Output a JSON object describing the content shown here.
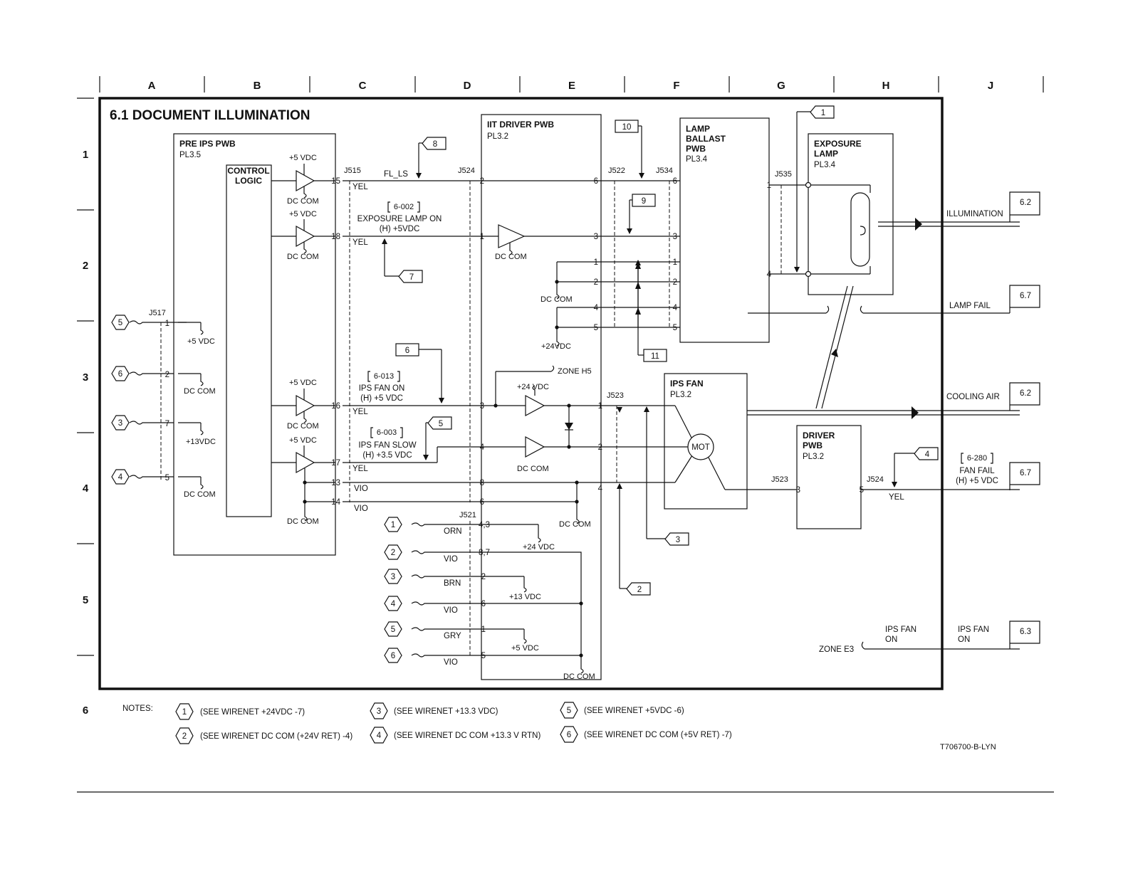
{
  "title": "6.1 DOCUMENT ILLUMINATION",
  "doc_id": "T706700-B-LYN",
  "zones": {
    "columns": [
      "A",
      "B",
      "C",
      "D",
      "E",
      "F",
      "G",
      "H",
      "J"
    ],
    "rows": [
      "1",
      "2",
      "3",
      "4",
      "5",
      "6"
    ]
  },
  "blocks": {
    "pre_ips": {
      "name": "PRE IPS PWB",
      "pl": "PL3.5"
    },
    "control_logic": {
      "line1": "CONTROL",
      "line2": "LOGIC"
    },
    "iit_driver": {
      "name": "IIT DRIVER PWB",
      "pl": "PL3.2"
    },
    "lamp_ballast": {
      "l1": "LAMP",
      "l2": "BALLAST",
      "l3": "PWB",
      "pl": "PL3.4"
    },
    "exposure_lamp": {
      "l1": "EXPOSURE",
      "l2": "LAMP",
      "pl": "PL3.4"
    },
    "ips_fan": {
      "name": "IPS FAN",
      "pl": "PL3.2",
      "motor": "MOT"
    },
    "driver_pwb": {
      "l1": "DRIVER",
      "l2": "PWB",
      "pl": "PL3.2"
    }
  },
  "connectors": {
    "j515": "J515",
    "j524a": "J524",
    "j522": "J522",
    "j534": "J534",
    "j535": "J535",
    "j517": "J517",
    "j521": "J521",
    "j523a": "J523",
    "j523b": "J523",
    "j524b": "J524"
  },
  "pins": {
    "p15": "15",
    "p18": "18",
    "p16": "16",
    "p17": "17",
    "p13": "13",
    "p14": "14",
    "d2": "2",
    "d1": "1",
    "d3": "3",
    "d4": "4",
    "d8": "8",
    "d6": "6",
    "e6": "6",
    "e3": "3",
    "e1": "1",
    "e2": "2",
    "e4": "4",
    "e5": "5",
    "f6": "6",
    "f3": "3",
    "f1": "1",
    "f2": "2",
    "f4": "4",
    "f5": "5",
    "j535_1": "1",
    "j535_4": "4",
    "a1": "1",
    "a2": "2",
    "a7": "7",
    "a5": "5",
    "j521_43": "4,3",
    "j521_87": "8,7",
    "j521_2": "2",
    "j521_6": "6",
    "j521_1": "1",
    "j521_5": "5",
    "fan1": "1",
    "fan2": "2",
    "fan4": "4",
    "drv3": "3",
    "drv5": "5"
  },
  "labels": {
    "plus5": "+5 VDC",
    "dccom": "DC COM",
    "dc_com_w": "DC COM",
    "plus24": "+24VDC",
    "plus24s": "+24 VDC",
    "plus13": "+13VDC",
    "plus13s": "+13 VDC",
    "fl_ls": "FL_LS",
    "yel": "YEL",
    "vio": "VIO",
    "orn": "ORN",
    "brn": "BRN",
    "gry": "GRY",
    "sig_6002": "6-002",
    "exp_lamp_on": "EXPOSURE LAMP ON",
    "exp_lamp_on_h": "(H) +5VDC",
    "sig_6013": "6-013",
    "ips_fan_on": "IPS FAN ON",
    "ips_fan_on_h": "(H) +5 VDC",
    "sig_6003": "6-003",
    "ips_fan_slow": "IPS FAN SLOW",
    "ips_fan_slow_h": "(H) +3.5 VDC",
    "sig_6280": "6-280",
    "fan_fail": "FAN FAIL",
    "fan_fail_h": "(H) +5 VDC",
    "zone_h5": "ZONE H5",
    "zone_e3": "ZONE E3",
    "illumination": "ILLUMINATION",
    "lamp_fail": "LAMP FAIL",
    "cooling_air": "COOLING AIR",
    "ips_fan": "IPS FAN",
    "on": "ON",
    "ref62": "6.2",
    "ref67": "6.7",
    "ref63": "6.3"
  },
  "callouts": [
    "1",
    "2",
    "3",
    "4",
    "5",
    "6",
    "7",
    "8",
    "9",
    "10",
    "11"
  ],
  "notes": {
    "heading": "NOTES:",
    "items": [
      {
        "n": "1",
        "text": "(SEE WIRENET +24VDC -7)"
      },
      {
        "n": "2",
        "text": "(SEE WIRENET DC COM (+24V RET) -4)"
      },
      {
        "n": "3",
        "text": "(SEE WIRENET +13.3 VDC)"
      },
      {
        "n": "4",
        "text": "(SEE WIRENET DC COM +13.3 V RTN)"
      },
      {
        "n": "5",
        "text": "(SEE WIRENET +5VDC -6)"
      },
      {
        "n": "6",
        "text": "(SEE WIRENET DC COM (+5V RET) -7)"
      }
    ]
  },
  "colors": {
    "ink": "#111111",
    "paper": "#ffffff"
  }
}
